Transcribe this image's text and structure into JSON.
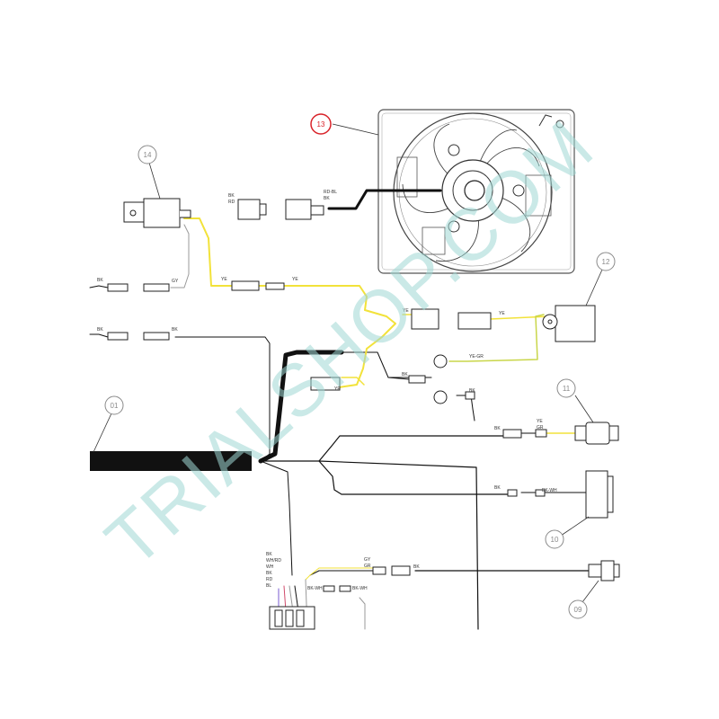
{
  "diagram": {
    "watermark": "TRIALSHOP.COM",
    "callouts": {
      "c01": "01",
      "c09": "09",
      "c10": "10",
      "c11": "11",
      "c12": "12",
      "c13": "13",
      "c14": "14"
    },
    "wire_labels": {
      "relay_bk": "BK",
      "relay_rd": "RD",
      "relay_bk2": "BK",
      "fan_rd_bl": "RD-BL",
      "fan_bk": "BK",
      "bk_upper": "BK",
      "gy": "GY",
      "ye_1": "YE",
      "ye_2": "YE",
      "bk_lower": "BK",
      "bk_lower2": "BK",
      "ye_3": "YE",
      "ye_4": "YE",
      "ye_gr": "YE-GR",
      "bk_ring": "BK",
      "bk_ring2": "BK",
      "ye_5": "YE",
      "bk_11": "BK",
      "ye_11": "YE",
      "gr_11": "GR",
      "bk_10": "BK",
      "bk_wh_10": "BK-WH",
      "gy_09": "GY",
      "gr_09": "GR",
      "bk_09": "BK",
      "stack_bk": "BK",
      "stack_wh_rd": "WH/RD",
      "stack_wh": "WH",
      "stack_bk2": "BK",
      "stack_rd": "RD",
      "stack_bl": "BL",
      "bk_wh_a": "BK-WH",
      "bk_wh_b": "BK-WH"
    },
    "colors": {
      "harness": "#111111",
      "yellow_wire": "#f2e23a",
      "yellow_green_wire": "#c9d64a",
      "gray_wire": "#9a9a9a",
      "callout_red": "#d9232a",
      "callout_gray": "#8a8a8a",
      "watermark": "#9fd8d4"
    }
  }
}
